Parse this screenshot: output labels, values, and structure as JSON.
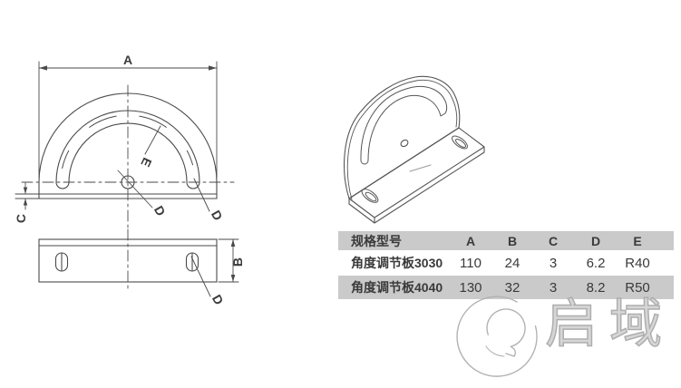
{
  "drawing": {
    "front_view": {
      "width_label": "A",
      "thickness_label": "C",
      "slot_radius_label": "E",
      "center_hole_label": "D",
      "slot_end_label": "D"
    },
    "bottom_view": {
      "depth_label": "B",
      "slot_hole_label": "D"
    }
  },
  "spec_table": {
    "headers": {
      "model": "规格型号",
      "a": "A",
      "b": "B",
      "c": "C",
      "d": "D",
      "e": "E"
    },
    "rows": [
      {
        "model": "角度调节板3030",
        "a": "110",
        "b": "24",
        "c": "3",
        "d": "6.2",
        "e": "R40"
      },
      {
        "model": "角度调节板4040",
        "a": "130",
        "b": "32",
        "c": "3",
        "d": "8.2",
        "e": "R50"
      }
    ]
  },
  "watermark": {
    "brand_text": "启域"
  },
  "colors": {
    "line": "#4a4a4a",
    "band": "#cacaca",
    "table_text": "#3a3a3a",
    "watermark": "#b3b3b3"
  }
}
